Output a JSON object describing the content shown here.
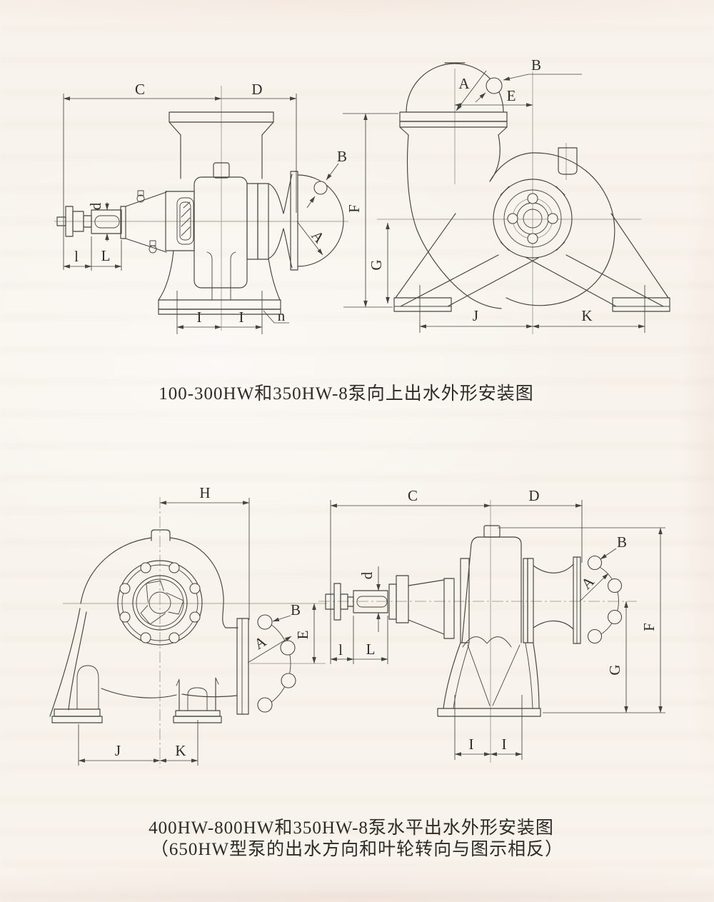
{
  "page": {
    "type": "scanned pump installation manual page"
  },
  "figure1": {
    "caption": "100-300HW和350HW-8泵向上出水外形安装图",
    "side_view": {
      "dim_c": "C",
      "dim_d": "D",
      "dim_b": "B",
      "dim_a": "A",
      "dim_shaft": "d",
      "dim_l_small": "l",
      "dim_l_big": "L",
      "dim_i_left": "I",
      "dim_i_right": "I",
      "dim_n": "n"
    },
    "front_view": {
      "dim_a": "A",
      "dim_b": "B",
      "dim_e": "E",
      "dim_f": "F",
      "dim_g": "G",
      "dim_j": "J",
      "dim_k": "K"
    }
  },
  "figure2": {
    "caption_line1": "400HW-800HW和350HW-8泵水平出水外形安装图",
    "caption_line2": "（650HW型泵的出水方向和叶轮转向与图示相反）",
    "front_view": {
      "dim_h": "H",
      "dim_b": "B",
      "dim_a": "A",
      "dim_e": "E",
      "dim_j": "J",
      "dim_k": "K"
    },
    "side_view": {
      "dim_c": "C",
      "dim_d": "D",
      "dim_b": "B",
      "dim_a": "A",
      "dim_shaft": "d",
      "dim_l_small": "l",
      "dim_l_big": "L",
      "dim_f": "F",
      "dim_g": "G",
      "dim_i_left": "I",
      "dim_i_right": "I"
    }
  }
}
